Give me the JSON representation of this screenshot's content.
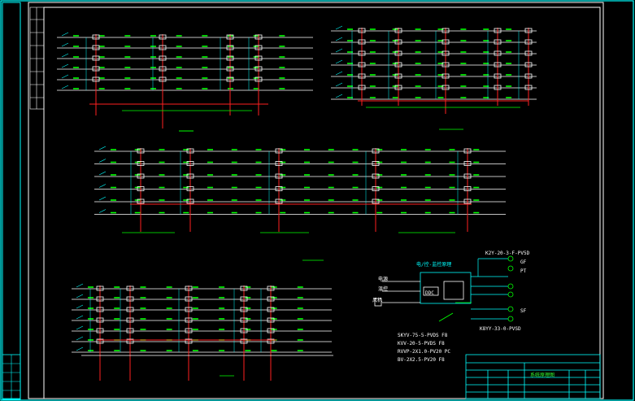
{
  "drawing": {
    "sheet_border_color": "#ffffff",
    "frame_color": "#00ffff",
    "bus_color": "#ffffff",
    "device_color": "#00ff00",
    "riser_color": "#ff2020",
    "link_color": "#00ffff"
  },
  "control_detail": {
    "heading": "电/控-监控原理",
    "inputs": [
      "电源",
      "温控",
      "风机"
    ],
    "outputs_right": [
      "K2Y-20-3-F-PV5D",
      "GF",
      "PT",
      "SF",
      "K8YY-33-0-PVSD"
    ],
    "notes": [
      "SKYV-75-5-PVDS F8",
      "KVV-20-5-PVDS F8",
      "RVVP-2X1.0-PV20 PC",
      "BV-2X2.5-PV20 F8"
    ],
    "controller_label": "DDC"
  },
  "title_block": {
    "name": "系统原理图"
  }
}
